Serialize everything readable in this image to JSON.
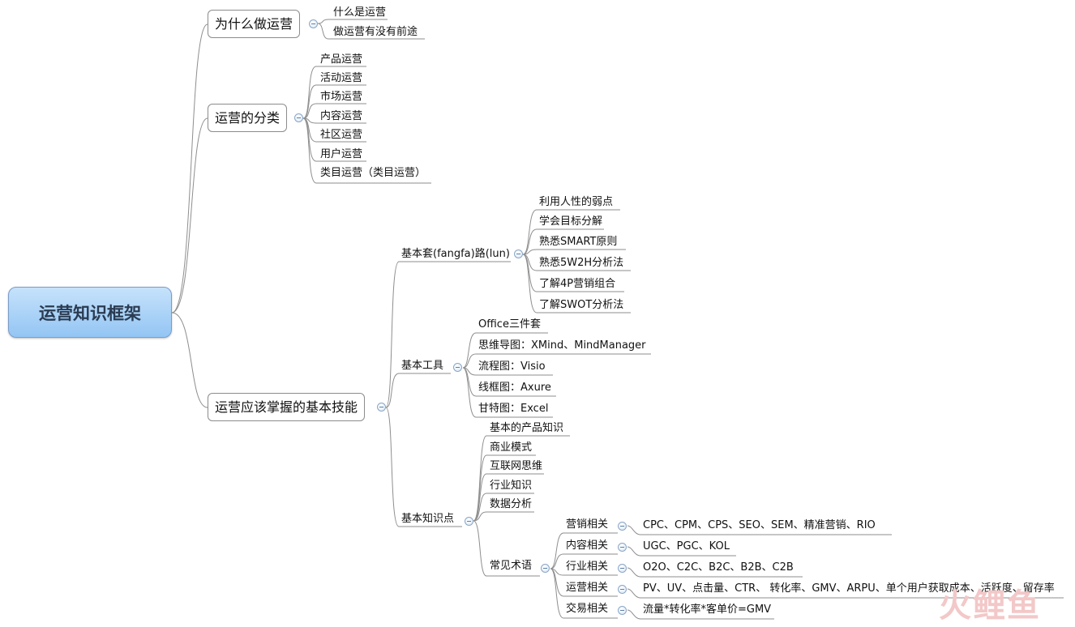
{
  "root": "运营知识框架",
  "branches": {
    "why": {
      "title": "为什么做运营",
      "items": [
        "什么是运营",
        "做运营有没有前途"
      ]
    },
    "types": {
      "title": "运营的分类",
      "items": [
        "产品运营",
        "活动运营",
        "市场运营",
        "内容运营",
        "社区运营",
        "用户运营",
        "类目运营（类目运营）"
      ]
    },
    "skills": {
      "title": "运营应该掌握的基本技能",
      "methods": {
        "title": "基本套(fangfa)路(lun)",
        "items": [
          "利用人性的弱点",
          "学会目标分解",
          "熟悉SMART原则",
          "熟悉5W2H分析法",
          "了解4P营销组合",
          "了解SWOT分析法"
        ]
      },
      "tools": {
        "title": "基本工具",
        "items": [
          "Office三件套",
          "思维导图：XMind、MindManager",
          "流程图：Visio",
          "线框图：Axure",
          "甘特图：Excel"
        ]
      },
      "knowledge": {
        "title": "基本知识点",
        "items": [
          "基本的产品知识",
          "商业模式",
          "互联网思维",
          "行业知识",
          "数据分析"
        ],
        "terms": {
          "title": "常见术语",
          "groups": [
            {
              "label": "营销相关",
              "value": "CPC、CPM、CPS、SEO、SEM、精准营销、RIO"
            },
            {
              "label": "内容相关",
              "value": "UGC、PGC、KOL"
            },
            {
              "label": "行业相关",
              "value": "O2O、C2C、B2C、B2B、C2B"
            },
            {
              "label": "运营相关",
              "value": "PV、UV、点击量、CTR、 转化率、GMV、ARPU、单个用户获取成本、活跃度、留存率"
            },
            {
              "label": "交易相关",
              "value": "流量*转化率*客单价=GMV"
            }
          ]
        }
      }
    }
  },
  "watermark": "火鲤鱼",
  "colors": {
    "line": "#8e8e8e",
    "root_fill_top": "#c6e2fb",
    "root_fill_bottom": "#93c5f4",
    "collapse_border": "#8aa6c6"
  }
}
